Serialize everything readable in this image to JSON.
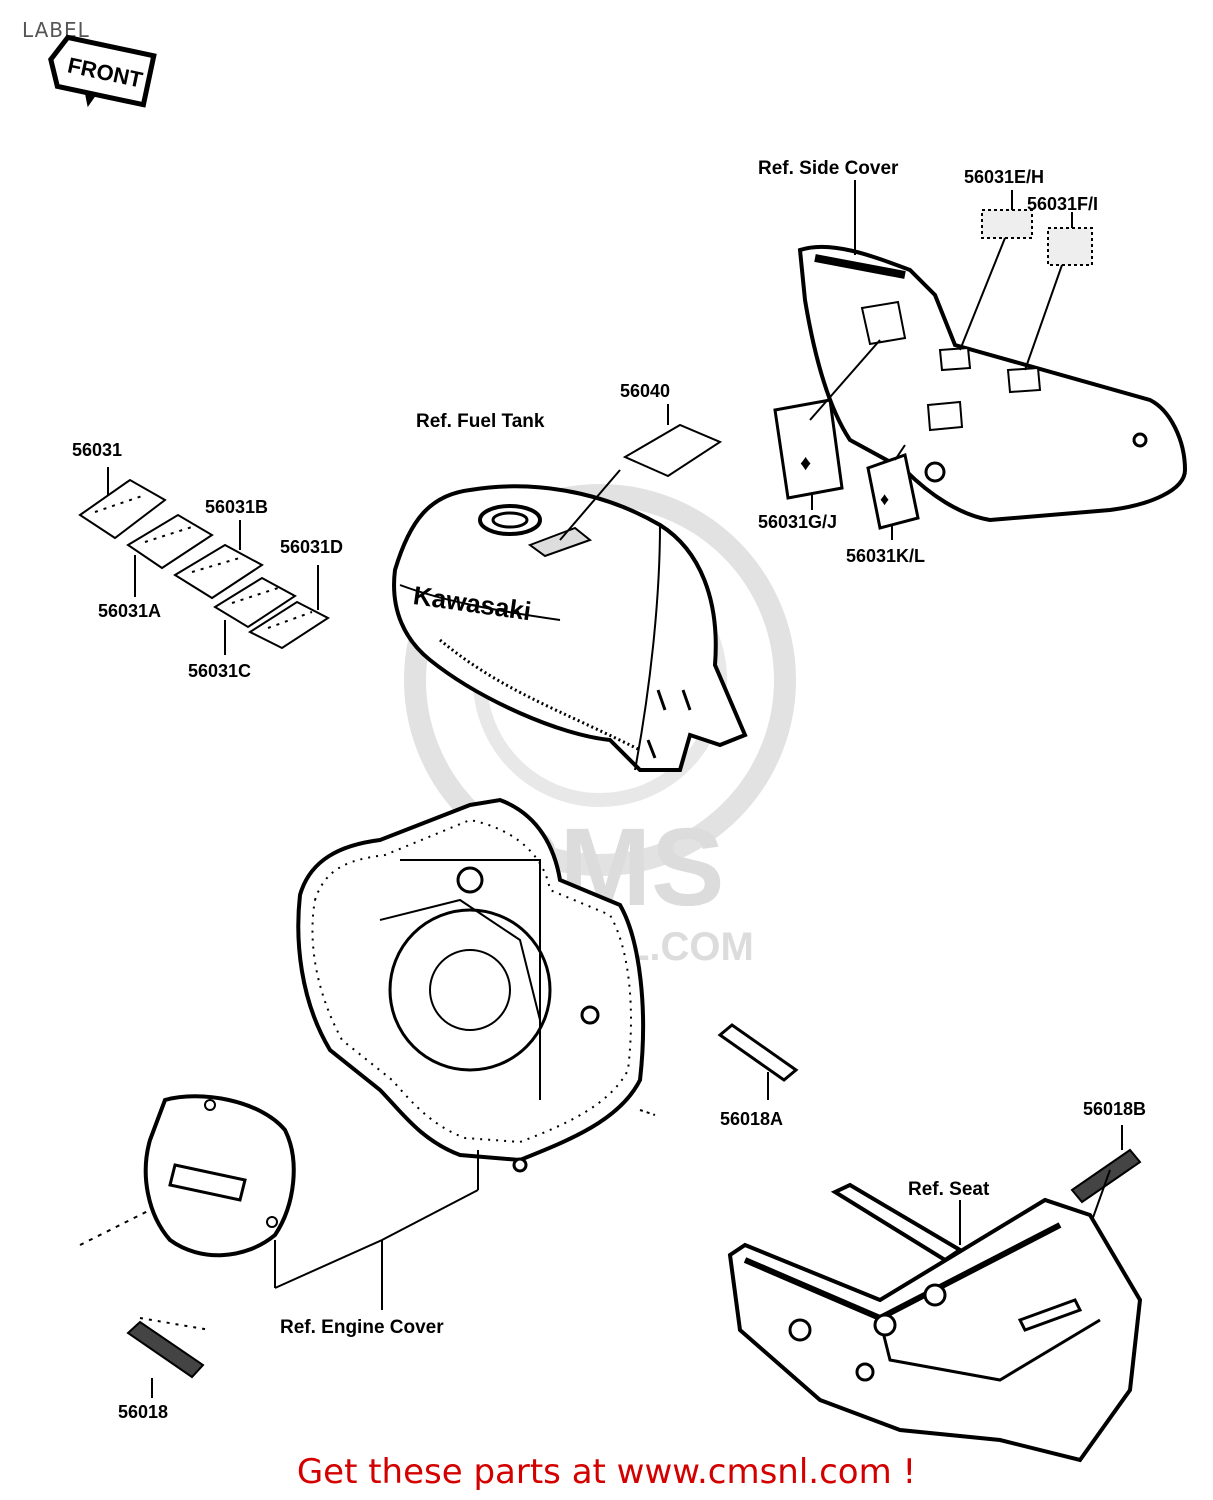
{
  "page": {
    "title": "LABEL"
  },
  "footer": {
    "cta": "Get these parts at www.cmsnl.com !"
  },
  "watermark": {
    "brand": "CMS",
    "site": "WWW.CMSNL.COM"
  },
  "front_tag": {
    "text": "FRONT"
  },
  "references": {
    "side_cover": "Ref. Side Cover",
    "fuel_tank": "Ref. Fuel Tank",
    "seat": "Ref. Seat",
    "engine_cover": "Ref. Engine Cover"
  },
  "tank_brand": "Kawasaki",
  "part_numbers": {
    "p56031": "56031",
    "p56031A": "56031A",
    "p56031B": "56031B",
    "p56031C": "56031C",
    "p56031D": "56031D",
    "p56040": "56040",
    "p56031EH": "56031E/H",
    "p56031FI": "56031F/I",
    "p56031GJ": "56031G/J",
    "p56031KL": "56031K/L",
    "p56018": "56018",
    "p56018A": "56018A",
    "p56018B": "56018B"
  },
  "colors": {
    "cta": "#d40000",
    "line": "#000000",
    "watermark": "#dcdcdc"
  }
}
